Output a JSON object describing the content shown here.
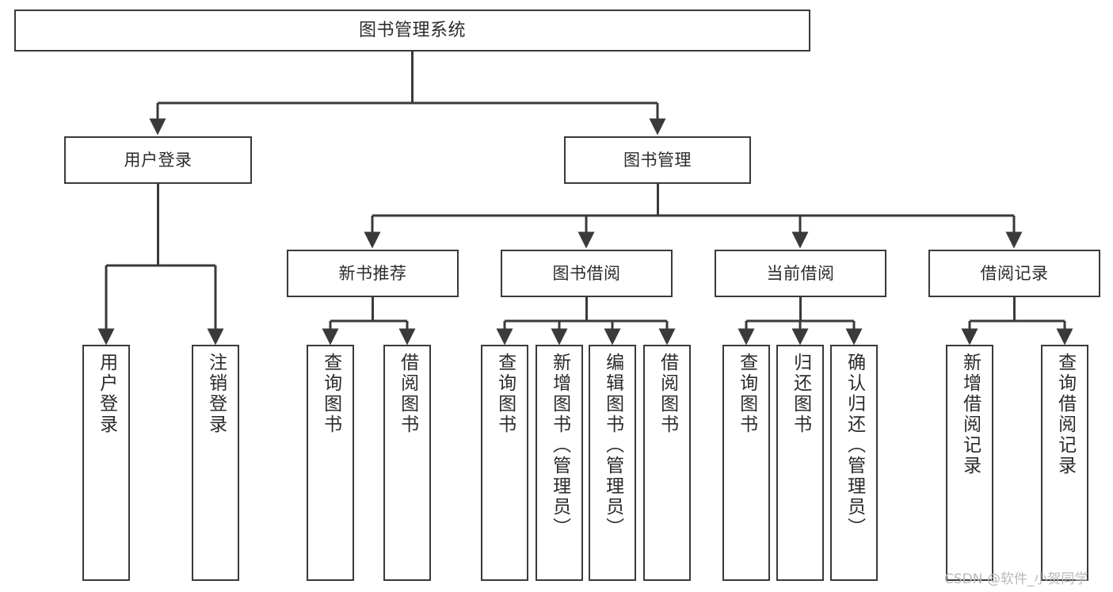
{
  "diagram": {
    "title": "图书管理系统",
    "type": "tree-hierarchy",
    "watermark": "CSDN @软件_小贺同学",
    "colors": {
      "border": "#3a3a3a",
      "background": "#ffffff",
      "text": "#2b2b2b",
      "edge": "#3a3a3a",
      "watermark": "#b9b9b9"
    },
    "nodes": {
      "root": {
        "label": "图书管理系统"
      },
      "level2": [
        {
          "label": "用户登录"
        },
        {
          "label": "图书管理"
        }
      ],
      "level3": [
        {
          "label": "新书推荐"
        },
        {
          "label": "图书借阅"
        },
        {
          "label": "当前借阅"
        },
        {
          "label": "借阅记录"
        }
      ],
      "leaves": {
        "user_login": [
          {
            "label": "用户登录"
          },
          {
            "label": "注销登录"
          }
        ],
        "new_book_recommend": [
          {
            "label": "查询图书"
          },
          {
            "label": "借阅图书"
          }
        ],
        "book_borrow": [
          {
            "label": "查询图书"
          },
          {
            "label": "新增图书（管理员）"
          },
          {
            "label": "编辑图书（管理员）"
          },
          {
            "label": "借阅图书"
          }
        ],
        "current_borrow": [
          {
            "label": "查询图书"
          },
          {
            "label": "归还图书"
          },
          {
            "label": "确认归还（管理员）"
          }
        ],
        "borrow_record": [
          {
            "label": "新增借阅记录"
          },
          {
            "label": "查询借阅记录"
          }
        ]
      }
    }
  }
}
